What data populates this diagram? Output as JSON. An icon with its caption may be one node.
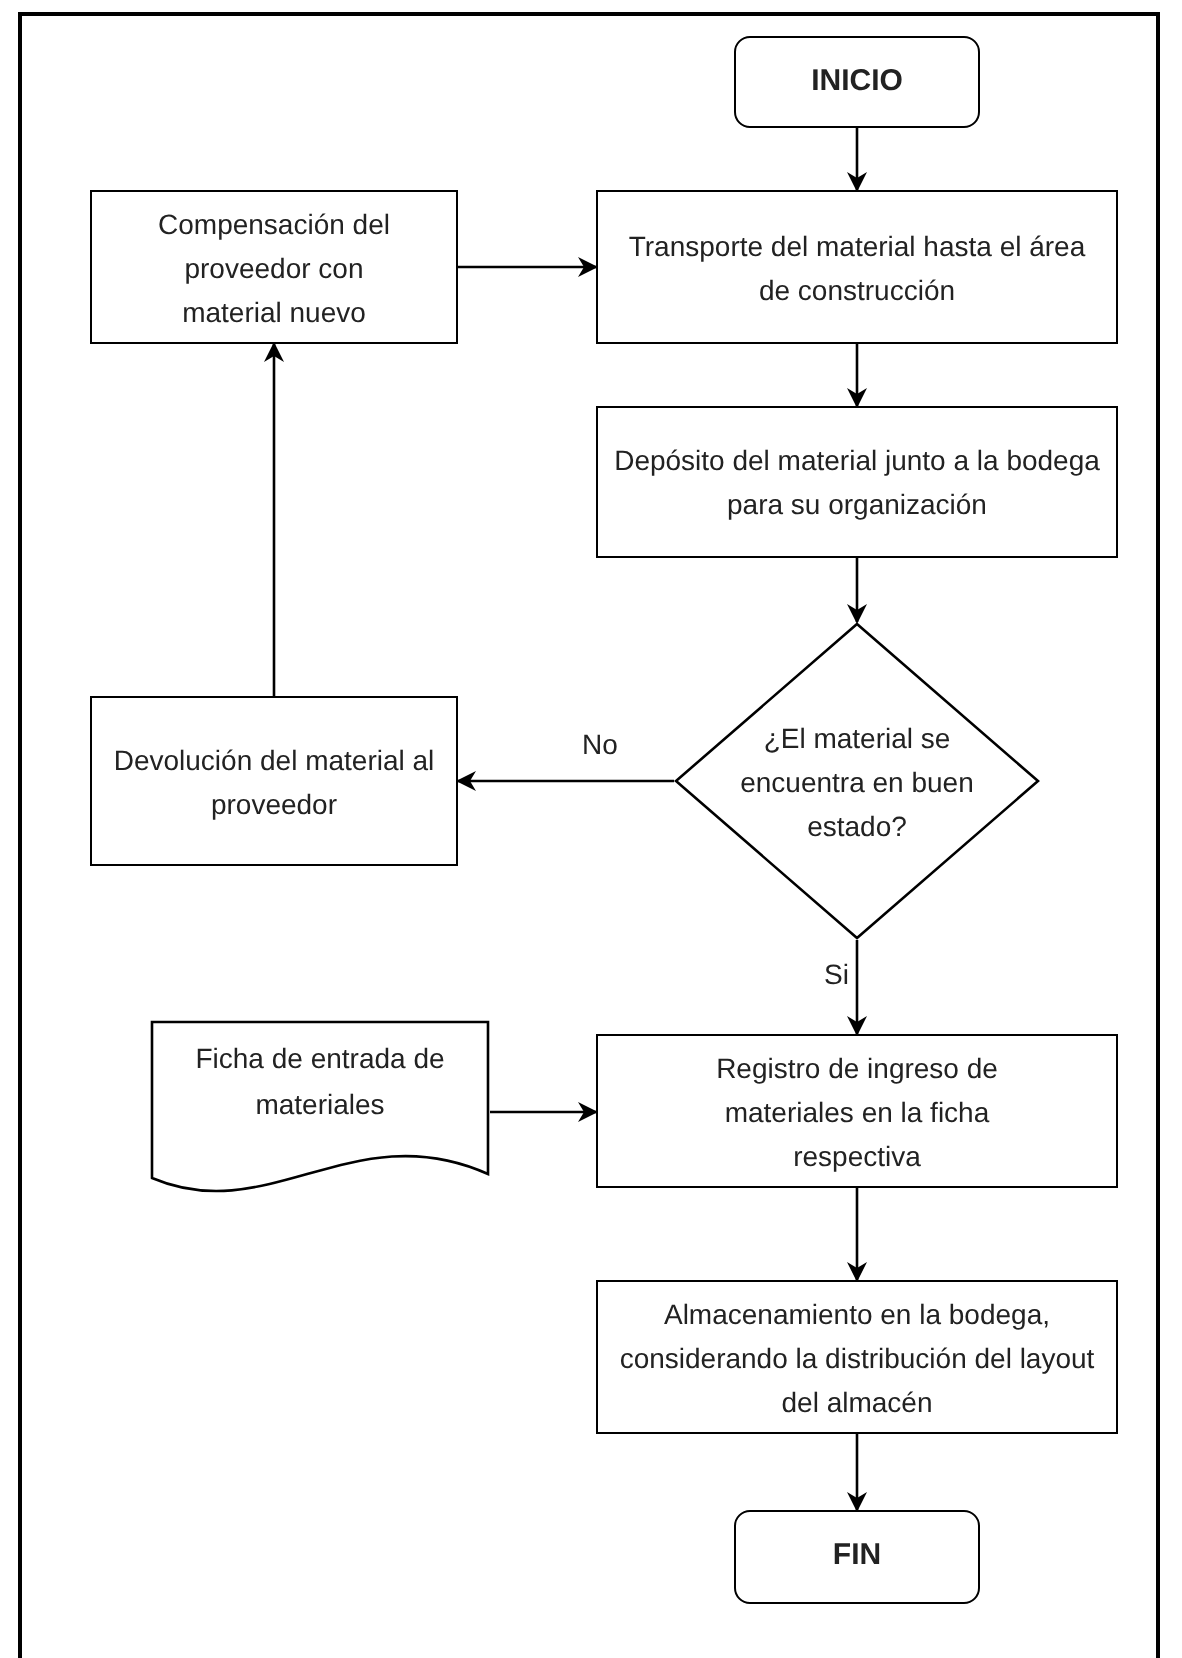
{
  "diagram": {
    "nodes": [
      {
        "text": [
          "INICIO"
        ]
      },
      {
        "text": [
          "Compensación del proveedor con material nuevo"
        ]
      },
      {
        "text": [
          "Transporte del material hasta el área de construcción"
        ]
      },
      {
        "text": [
          "Depósito del material junto a la bodega para su organización"
        ]
      },
      {
        "text": [
          "Devolución del material al proveedor"
        ]
      },
      {
        "text": [
          "¿El material se encuentra en buen estado?"
        ]
      },
      {
        "text": [
          "Ficha de entrada de materiales"
        ]
      },
      {
        "text": [
          "Registro de ingreso de materiales en la ficha respectiva"
        ]
      },
      {
        "text": [
          "Almacenamiento en la bodega, considerando la distribución del layout del almacén"
        ]
      },
      {
        "text": [
          "FIN"
        ]
      }
    ],
    "edges": [
      {
        "from": 0,
        "to": 2,
        "arrow": "to"
      },
      {
        "from": 1,
        "to": 2,
        "arrow": "to"
      },
      {
        "from": 2,
        "to": 3,
        "arrow": "to"
      },
      {
        "from": 3,
        "to": 5,
        "arrow": "to"
      },
      {
        "from": 5,
        "to": 4,
        "arrow": "to",
        "label": "No"
      },
      {
        "from": 4,
        "to": 1,
        "arrow": "to"
      },
      {
        "from": 5,
        "to": 7,
        "arrow": "to",
        "label": "Si"
      },
      {
        "from": 6,
        "to": 7,
        "arrow": "to"
      },
      {
        "from": 7,
        "to": 8,
        "arrow": "to"
      },
      {
        "from": 8,
        "to": 9,
        "arrow": "to"
      }
    ]
  }
}
